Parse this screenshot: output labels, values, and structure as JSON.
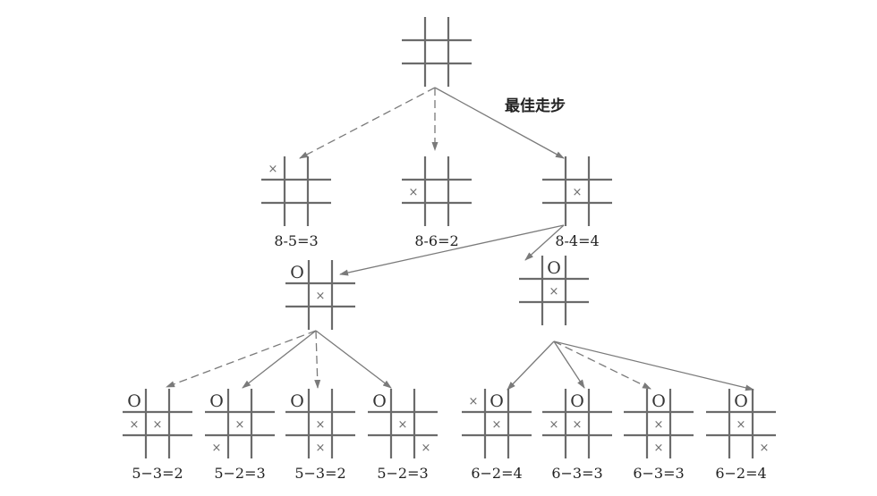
{
  "best_move_label": "最佳走步",
  "boards": [
    {
      "id": "root",
      "cells": [
        "",
        "",
        "",
        "",
        "",
        "",
        "",
        "",
        ""
      ],
      "score": ""
    },
    {
      "id": "l1-a",
      "cells": [
        "×",
        "",
        "",
        "",
        "",
        "",
        "",
        "",
        ""
      ],
      "score": "8-5=3"
    },
    {
      "id": "l1-b",
      "cells": [
        "",
        "",
        "",
        "×",
        "",
        "",
        "",
        "",
        ""
      ],
      "score": "8-6=2"
    },
    {
      "id": "l1-c",
      "cells": [
        "",
        "",
        "",
        "",
        "×",
        "",
        "",
        "",
        ""
      ],
      "score": "8-4=4"
    },
    {
      "id": "l2-a",
      "cells": [
        "O",
        "",
        "",
        "",
        "×",
        "",
        "",
        "",
        ""
      ],
      "score": ""
    },
    {
      "id": "l2-b",
      "cells": [
        "",
        "O",
        "",
        "",
        "×",
        "",
        "",
        "",
        ""
      ],
      "score": ""
    },
    {
      "id": "l3-1",
      "cells": [
        "O",
        "",
        "",
        "×",
        "×",
        "",
        "",
        "",
        ""
      ],
      "score": "5−3=2"
    },
    {
      "id": "l3-2",
      "cells": [
        "O",
        "",
        "",
        "",
        "×",
        "",
        "×",
        "",
        ""
      ],
      "score": "5−2=3"
    },
    {
      "id": "l3-3",
      "cells": [
        "O",
        "",
        "",
        "",
        "×",
        "",
        "",
        "×",
        ""
      ],
      "score": "5−3=2"
    },
    {
      "id": "l3-4",
      "cells": [
        "O",
        "",
        "",
        "",
        "×",
        "",
        "",
        "",
        "×"
      ],
      "score": "5−2=3"
    },
    {
      "id": "l3-5",
      "cells": [
        "×",
        "O",
        "",
        "",
        "×",
        "",
        "",
        "",
        ""
      ],
      "score": "6−2=4"
    },
    {
      "id": "l3-6",
      "cells": [
        "",
        "O",
        "",
        "×",
        "×",
        "",
        "",
        "",
        ""
      ],
      "score": "6−3=3"
    },
    {
      "id": "l3-7",
      "cells": [
        "",
        "O",
        "",
        "",
        "×",
        "",
        "",
        "×",
        ""
      ],
      "score": "6−3=3"
    },
    {
      "id": "l3-8",
      "cells": [
        "",
        "O",
        "",
        "",
        "×",
        "",
        "",
        "",
        "×"
      ],
      "score": "6−2=4"
    }
  ],
  "edges": [
    {
      "from": "root",
      "to": "l1-a",
      "style": "dashed"
    },
    {
      "from": "root",
      "to": "l1-b",
      "style": "dashed"
    },
    {
      "from": "root",
      "to": "l1-c",
      "style": "solid"
    },
    {
      "from": "l1-c",
      "to": "l2-a",
      "style": "solid"
    },
    {
      "from": "l1-c",
      "to": "l2-b",
      "style": "solid"
    },
    {
      "from": "l2-a",
      "to": "l3-1",
      "style": "dashed"
    },
    {
      "from": "l2-a",
      "to": "l3-2",
      "style": "solid"
    },
    {
      "from": "l2-a",
      "to": "l3-3",
      "style": "dashed"
    },
    {
      "from": "l2-a",
      "to": "l3-4",
      "style": "solid"
    },
    {
      "from": "l2-b",
      "to": "l3-5",
      "style": "solid"
    },
    {
      "from": "l2-b",
      "to": "l3-6",
      "style": "solid"
    },
    {
      "from": "l2-b",
      "to": "l3-7",
      "style": "dashed"
    },
    {
      "from": "l2-b",
      "to": "l3-8",
      "style": "solid"
    }
  ]
}
